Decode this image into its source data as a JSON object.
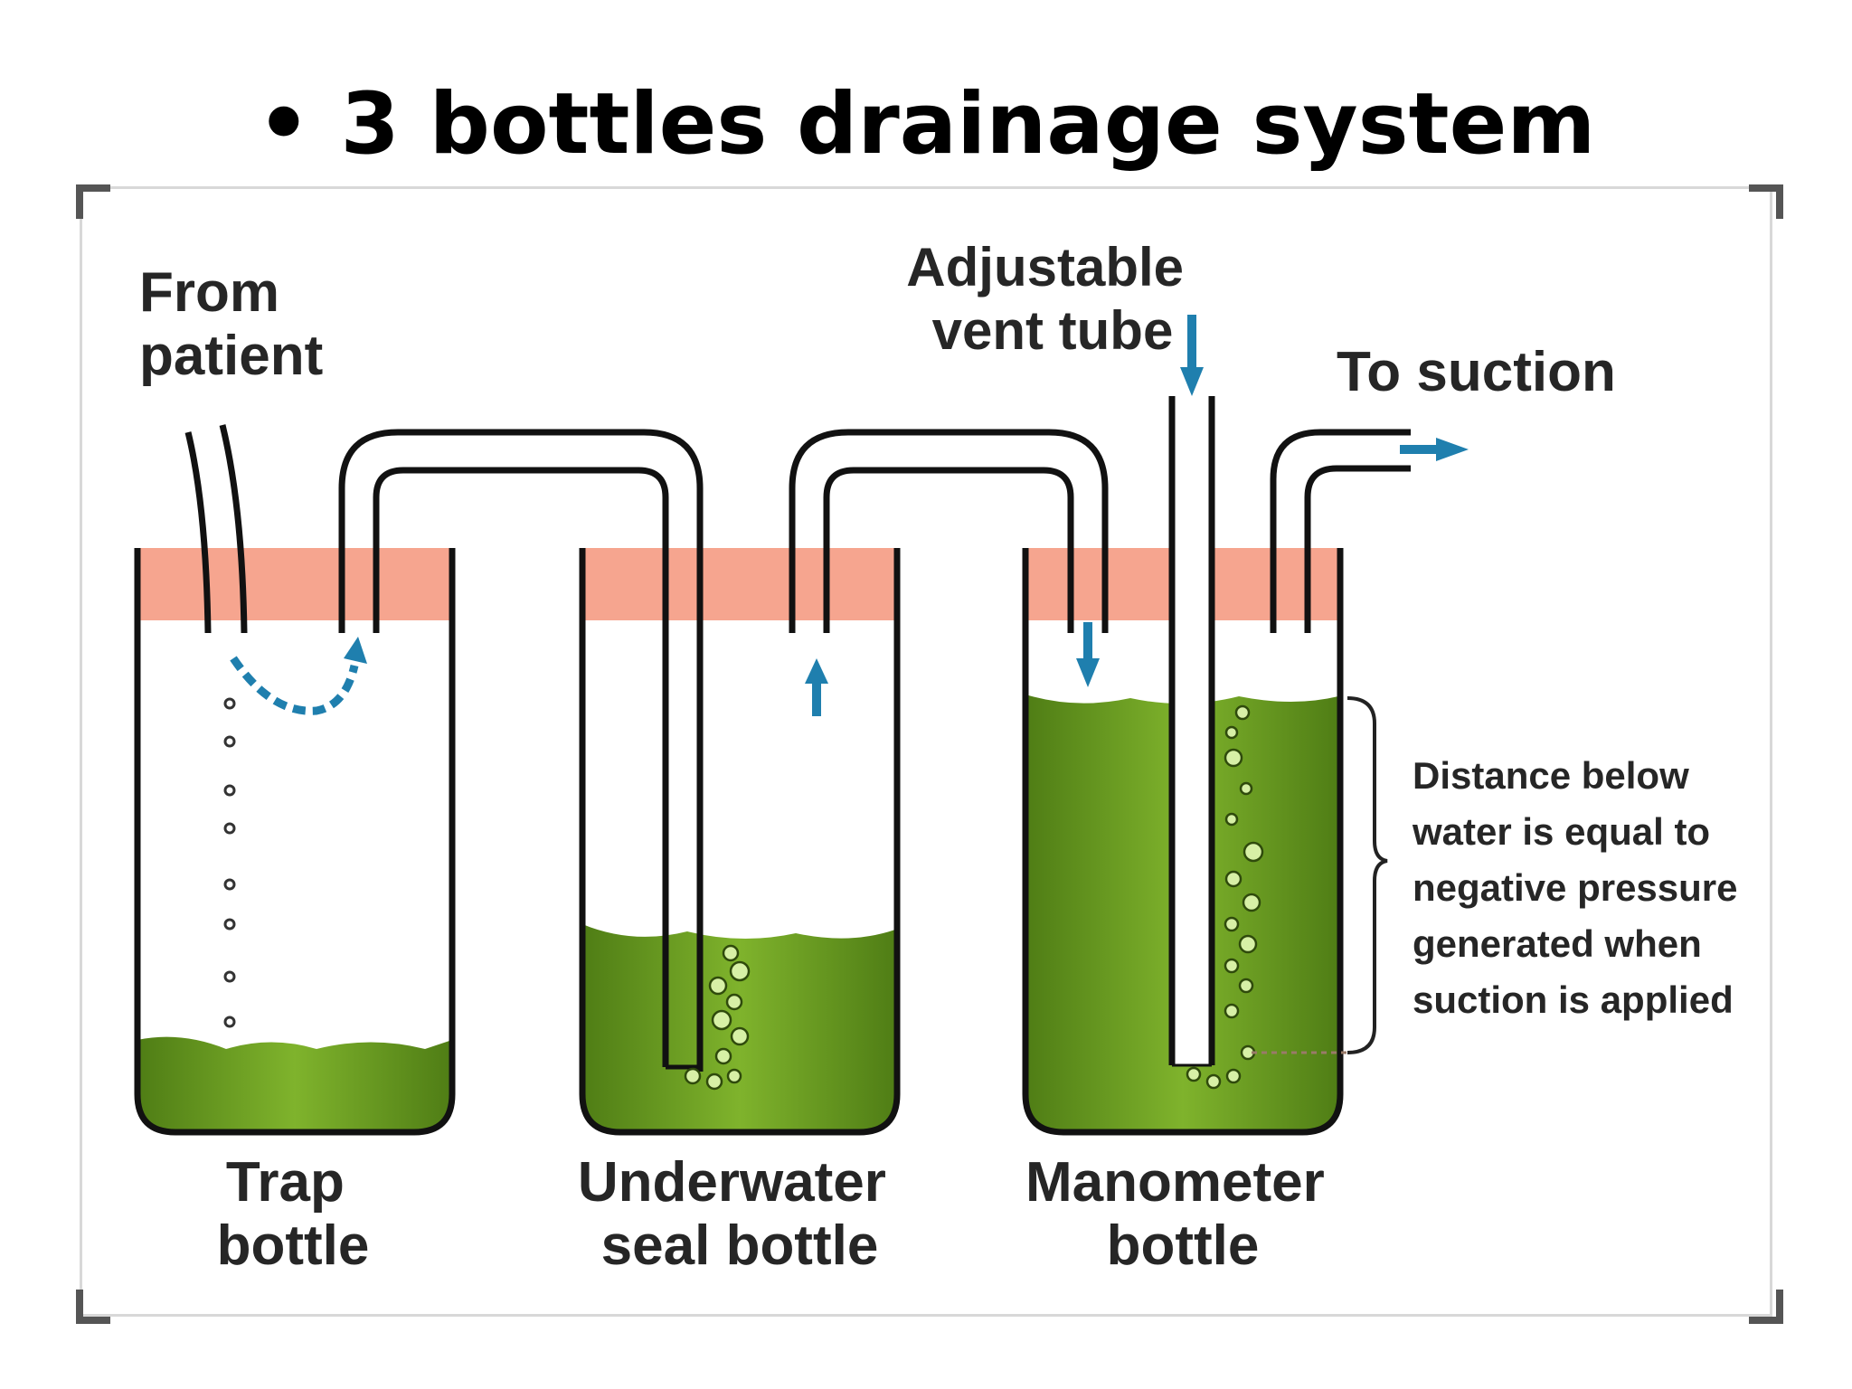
{
  "title": "• 3 bottles drainage system",
  "labels": {
    "from_patient": [
      "From",
      "patient"
    ],
    "adjustable_vent": [
      "Adjustable",
      "vent tube"
    ],
    "to_suction": "To suction",
    "trap_bottle": [
      "Trap",
      "bottle"
    ],
    "seal_bottle": [
      "Underwater",
      "seal bottle"
    ],
    "manometer_bottle": [
      "Manometer",
      "bottle"
    ],
    "distance_note": [
      "Distance below",
      "water is equal to",
      "negative pressure",
      "generated when",
      "suction is applied"
    ]
  },
  "colors": {
    "liquid": "#6a9a22",
    "stopper": "#f6a58f",
    "arrow": "#1f7fae",
    "tube": "#111111"
  }
}
